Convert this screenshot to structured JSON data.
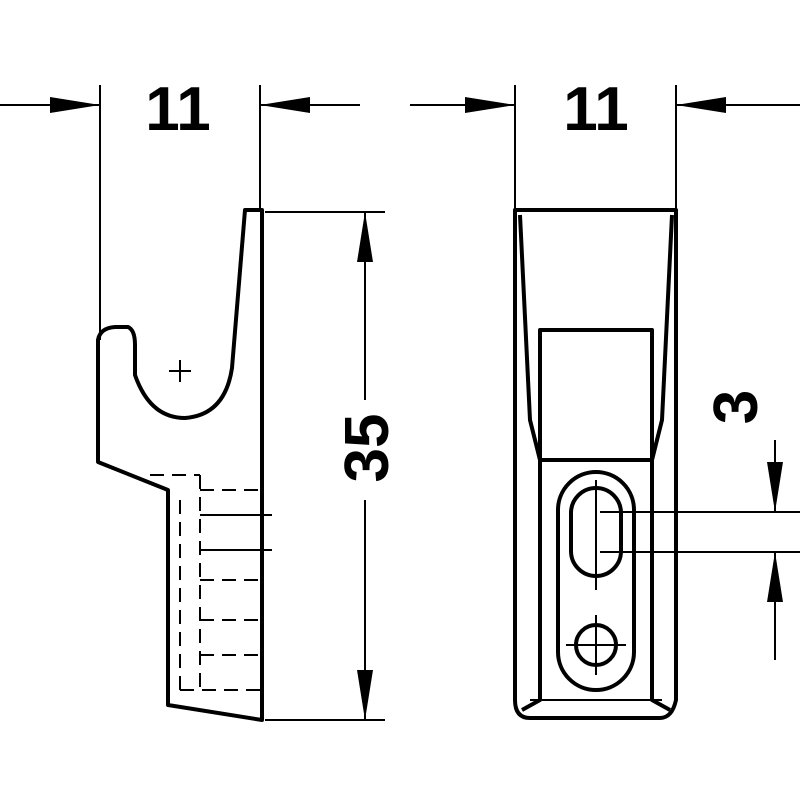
{
  "dimensions": {
    "side_width": "11",
    "front_width": "11",
    "height": "35",
    "slot_offset": "3"
  },
  "colors": {
    "line": "#000000",
    "background": "#ffffff"
  }
}
